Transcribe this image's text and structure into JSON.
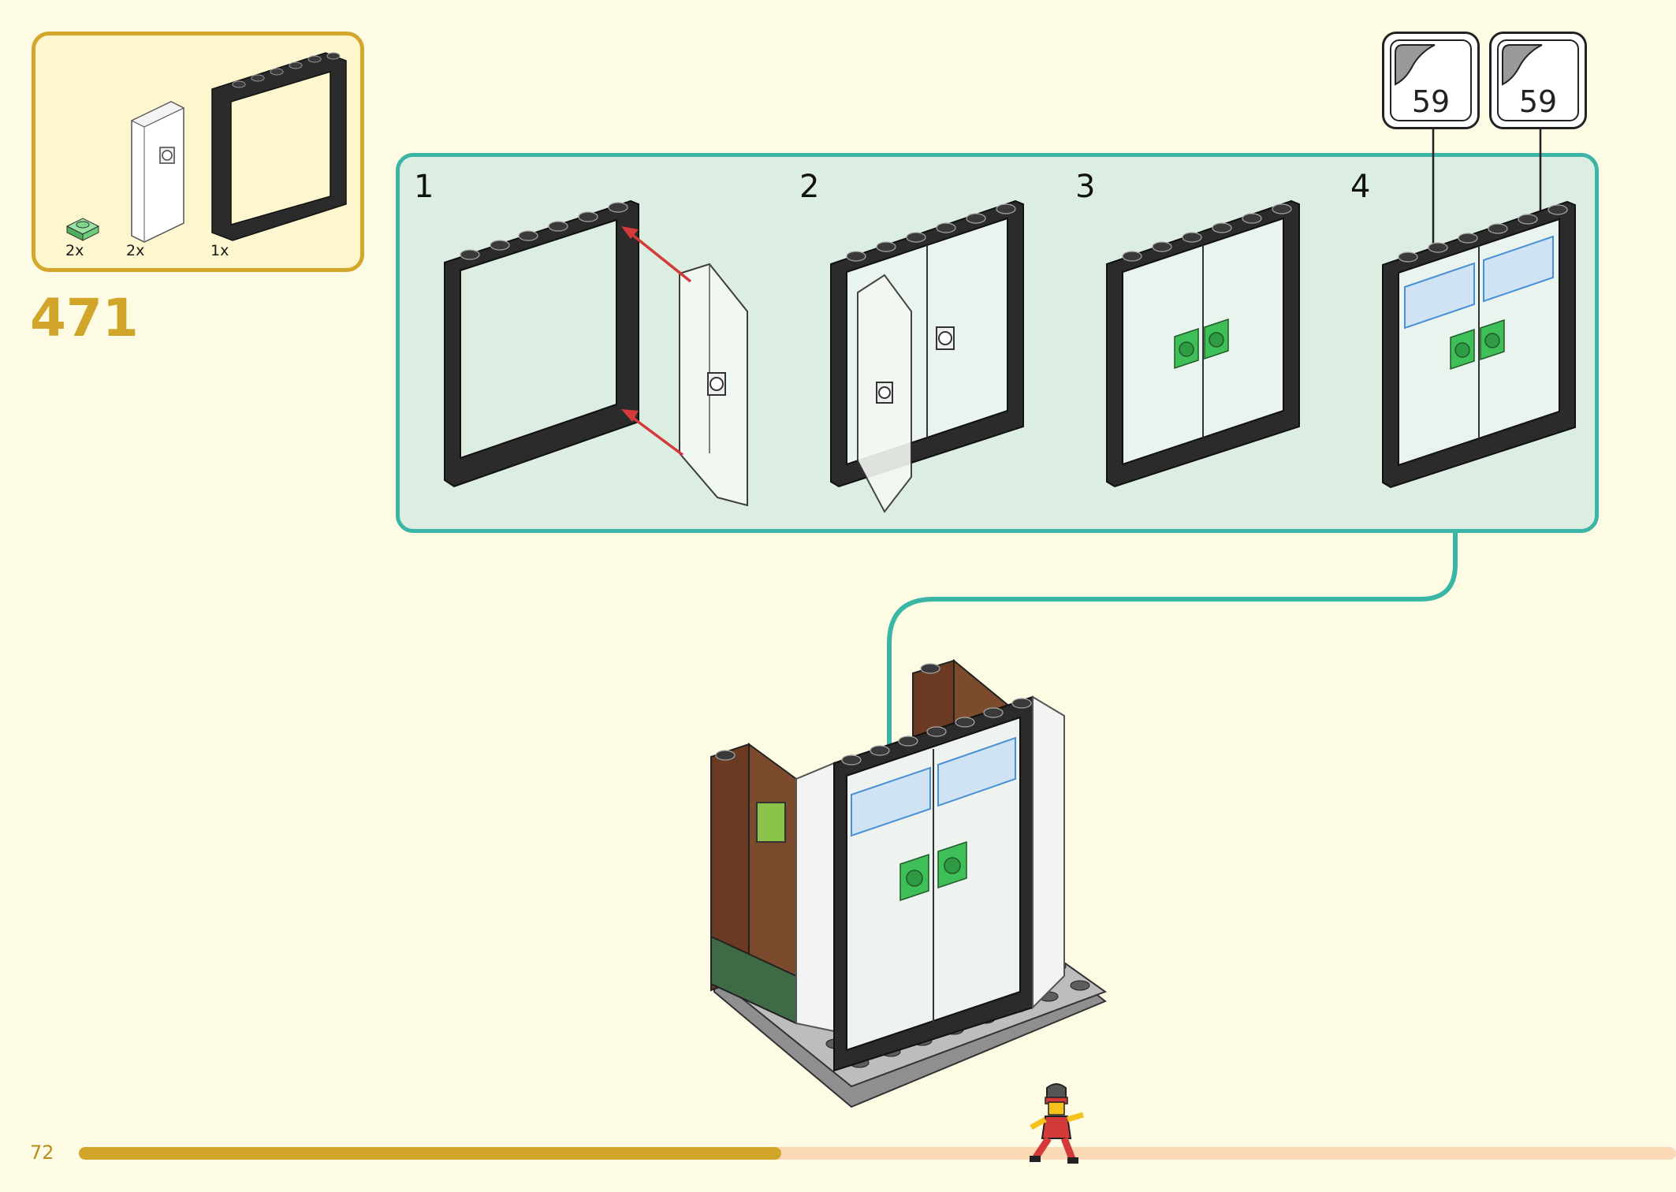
{
  "page": {
    "number": "72",
    "progress": 0.44
  },
  "step": {
    "number": "471"
  },
  "parts": [
    {
      "qty": "2x",
      "icon": "green-plate-1x1-icon",
      "color": "#7ed68a"
    },
    {
      "qty": "2x",
      "icon": "transparent-door-icon"
    },
    {
      "qty": "1x",
      "icon": "black-window-frame-icon"
    }
  ],
  "substeps": [
    {
      "number": "1"
    },
    {
      "number": "2"
    },
    {
      "number": "3"
    },
    {
      "number": "4"
    }
  ],
  "stickers": [
    {
      "number": "59"
    },
    {
      "number": "59"
    }
  ],
  "colors": {
    "accent": "#d1a52a",
    "panel_border": "#3ab5a6",
    "arrow": "#d43a3a",
    "frame": "#2b2b2b",
    "green": "#3fbf58"
  }
}
